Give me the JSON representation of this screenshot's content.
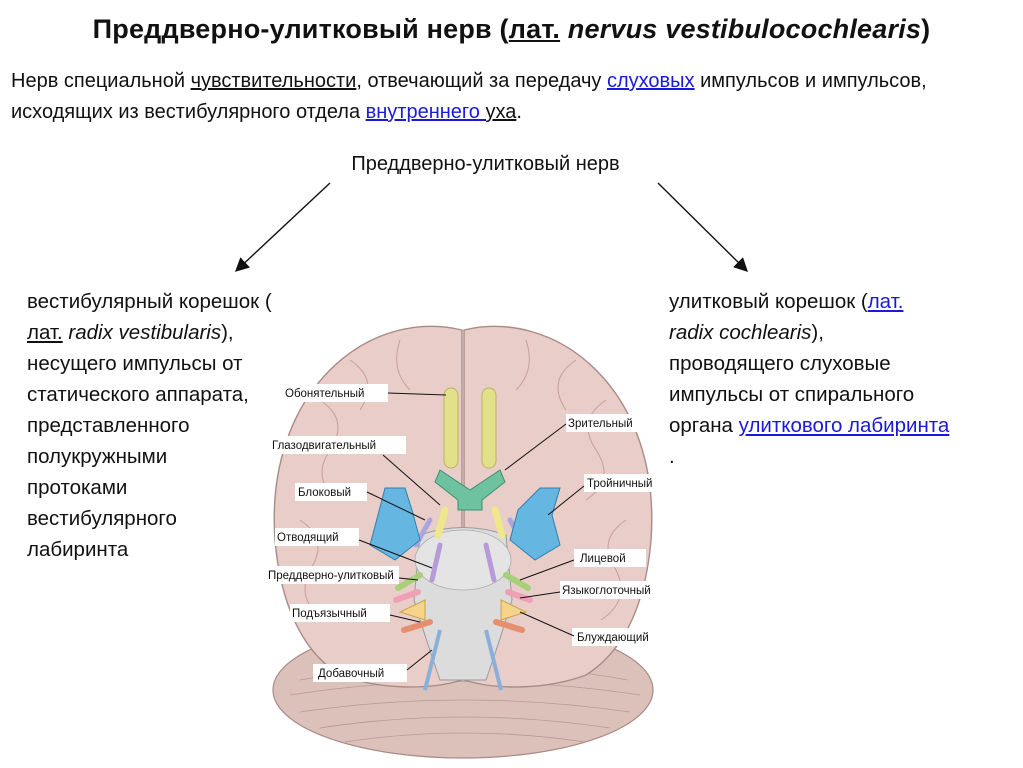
{
  "title": {
    "main": "Преддверно-улитковый нерв (",
    "lat": "лат.",
    "latin": " nervus vestibulocochlearis",
    "close": ")"
  },
  "intro": {
    "p1": "Нерв специальной ",
    "link_sens": "чувствительности",
    "p2": ", отвечающий за передачу ",
    "link_aud": "слуховых",
    "p3": " импульсов и импульсов, исходящих из вестибулярного отдела ",
    "link_inner": "внутреннего ",
    "link_ear": "уха",
    "p4": "."
  },
  "diagram": {
    "center_label": "Преддверно-улитковый нерв"
  },
  "left_branch": {
    "l1": "вестибулярный корешок (",
    "lat": "лат.",
    "latin": " radix vestibularis",
    "l2": "),",
    "l3": "несущего импульсы от",
    "l4": "статического аппарата,",
    "l5": "представленного",
    "l6": "полукружными",
    "l7": "протоками",
    "l8": "вестибулярного",
    "l9": "лабиринта"
  },
  "right_branch": {
    "l1": "улитковый корешок (",
    "lat": "лат.",
    "latin": " radix cochlearis",
    "l2": "),",
    "l3": "проводящего слуховые",
    "l4": "импульсы от спирального",
    "l5": "органа ",
    "link": "улиткового лабиринта",
    "l6": "."
  },
  "brain_labels": {
    "olfactory": "Обонятельный",
    "oculomotor": "Глазодвигательный",
    "trochlear": "Блоковый",
    "abducens": "Отводящий",
    "vestibulocochlear": "Преддверно-улитковый",
    "hypoglossal": "Подъязычный",
    "accessory": "Добавочный",
    "optic": "Зрительный",
    "trigeminal": "Тройничный",
    "facial": "Лицевой",
    "glossopharyngeal": "Языкоглоточный",
    "vagus": "Блуждающий"
  },
  "colors": {
    "link": "#1a1ad8",
    "cerebrum": "#e9cdc9",
    "cerebellum": "#dcc1bb",
    "stem": "#dcdcdc",
    "olfactory": "#e3e08a",
    "optic": "#6fc2a0",
    "trigeminal": "#66b6e2",
    "oculomotor": "#f0e68a",
    "trochlear": "#a9a6de",
    "facial": "#a8d07a",
    "glossopharyngeal": "#f0a0b6",
    "vagus": "#f5d38a",
    "hypoglossal": "#e58f6e",
    "accessory": "#8ab0d9"
  }
}
